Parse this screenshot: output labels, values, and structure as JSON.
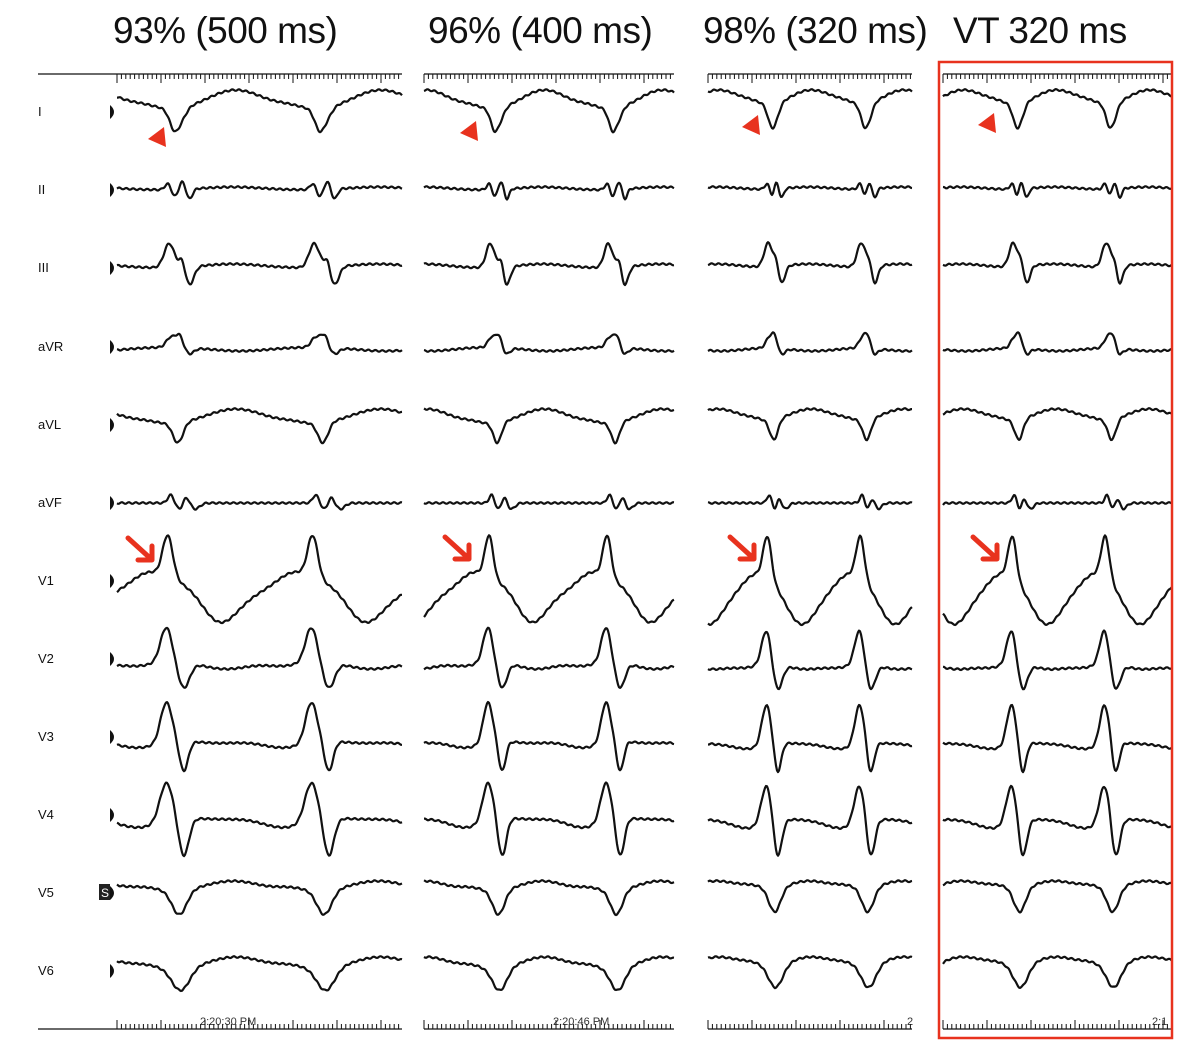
{
  "panels": [
    {
      "title": "93% (500 ms)",
      "timestamp": "2:20:30 PM",
      "cycle_ms": 500
    },
    {
      "title": "96% (400 ms)",
      "timestamp": "2:20:46 PM",
      "cycle_ms": 400
    },
    {
      "title": "98% (320 ms)",
      "timestamp": "2",
      "cycle_ms": 320
    },
    {
      "title": "VT 320 ms",
      "timestamp": "2:1",
      "cycle_ms": 320
    }
  ],
  "leads": [
    "I",
    "II",
    "III",
    "aVR",
    "aVL",
    "aVF",
    "V1",
    "V2",
    "V3",
    "V4",
    "V5",
    "V6"
  ],
  "marker_label": "S",
  "annotations": {
    "arrowhead_lead": "I",
    "arrow_lead": "V1",
    "color": "#e8321e",
    "highlight_panel": "VT 320 ms"
  },
  "colors": {
    "trace": "#111111",
    "highlight": "#e8321e"
  }
}
